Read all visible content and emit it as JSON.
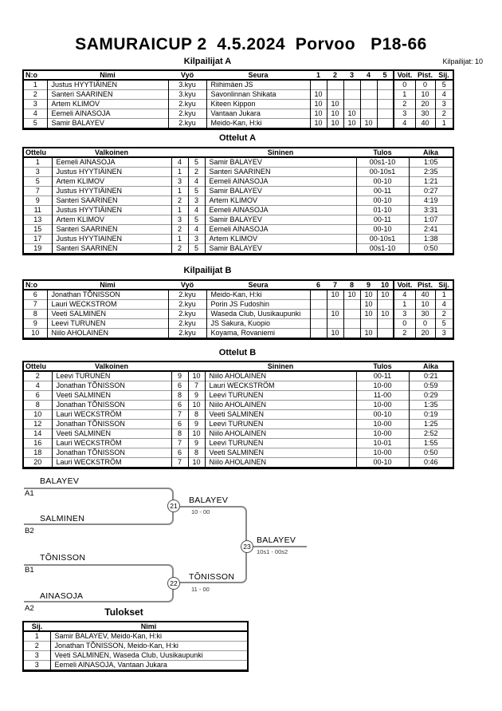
{
  "page": {
    "title": "SAMURAICUP 2  4.5.2024  Porvoo   P18-66",
    "participants_label": "Kilpailijat: 10"
  },
  "kilpailijat_a": {
    "heading": "Kilpailijat A",
    "columns": {
      "no": "N:o",
      "name": "Nimi",
      "belt": "Vyö",
      "club": "Seura",
      "scores": [
        "1",
        "2",
        "3",
        "4",
        "5"
      ],
      "wins": "Voit.",
      "points": "Pist.",
      "place": "Sij."
    },
    "rows": [
      {
        "no": "1",
        "name": "Justus HYYTIÄINEN",
        "belt": "3.kyu",
        "club": "Riihimäen JS",
        "scores": [
          "",
          "",
          "",
          "",
          ""
        ],
        "wins": "0",
        "points": "0",
        "place": "5"
      },
      {
        "no": "2",
        "name": "Santeri SAARINEN",
        "belt": "3.kyu",
        "club": "Savonlinnan Shikata",
        "scores": [
          "10",
          "",
          "",
          "",
          ""
        ],
        "wins": "1",
        "points": "10",
        "place": "4"
      },
      {
        "no": "3",
        "name": "Artem KLIMOV",
        "belt": "2.kyu",
        "club": "Kiteen Kippon",
        "scores": [
          "10",
          "10",
          "",
          "",
          ""
        ],
        "wins": "2",
        "points": "20",
        "place": "3"
      },
      {
        "no": "4",
        "name": "Eemeli AINASOJA",
        "belt": "2.kyu",
        "club": "Vantaan Jukara",
        "scores": [
          "10",
          "10",
          "10",
          "",
          ""
        ],
        "wins": "3",
        "points": "30",
        "place": "2"
      },
      {
        "no": "5",
        "name": "Samir BALAYEV",
        "belt": "2.kyu",
        "club": "Meido-Kan, H:ki",
        "scores": [
          "10",
          "10",
          "10",
          "10",
          ""
        ],
        "wins": "4",
        "points": "40",
        "place": "1"
      }
    ]
  },
  "ottelut_a": {
    "heading": "Ottelut A",
    "columns": {
      "match": "Ottelu",
      "white": "Valkoinen",
      "blue": "Sininen",
      "result": "Tulos",
      "time": "Aika"
    },
    "rows": [
      {
        "match": "1",
        "white": "Eemeli AINASOJA",
        "n1": "4",
        "n2": "5",
        "blue": "Samir BALAYEV",
        "result": "00s1-10",
        "time": "1:05"
      },
      {
        "match": "3",
        "white": "Justus HYYTIÄINEN",
        "n1": "1",
        "n2": "2",
        "blue": "Santeri SAARINEN",
        "result": "00-10s1",
        "time": "2:35"
      },
      {
        "match": "5",
        "white": "Artem KLIMOV",
        "n1": "3",
        "n2": "4",
        "blue": "Eemeli AINASOJA",
        "result": "00-10",
        "time": "1:21"
      },
      {
        "match": "7",
        "white": "Justus HYYTIÄINEN",
        "n1": "1",
        "n2": "5",
        "blue": "Samir BALAYEV",
        "result": "00-11",
        "time": "0:27"
      },
      {
        "match": "9",
        "white": "Santeri SAARINEN",
        "n1": "2",
        "n2": "3",
        "blue": "Artem KLIMOV",
        "result": "00-10",
        "time": "4:19"
      },
      {
        "match": "11",
        "white": "Justus HYYTIÄINEN",
        "n1": "1",
        "n2": "4",
        "blue": "Eemeli AINASOJA",
        "result": "01-10",
        "time": "3:31"
      },
      {
        "match": "13",
        "white": "Artem KLIMOV",
        "n1": "3",
        "n2": "5",
        "blue": "Samir BALAYEV",
        "result": "00-11",
        "time": "1:07"
      },
      {
        "match": "15",
        "white": "Santeri SAARINEN",
        "n1": "2",
        "n2": "4",
        "blue": "Eemeli AINASOJA",
        "result": "00-10",
        "time": "2:41"
      },
      {
        "match": "17",
        "white": "Justus HYYTIAINEN",
        "n1": "1",
        "n2": "3",
        "blue": "Artem KLIMOV",
        "result": "00-10s1",
        "time": "1:38"
      },
      {
        "match": "19",
        "white": "Santeri SAARINEN",
        "n1": "2",
        "n2": "5",
        "blue": "Samir BALAYEV",
        "result": "00s1-10",
        "time": "0:50"
      }
    ]
  },
  "kilpailijat_b": {
    "heading": "Kilpailijat B",
    "columns": {
      "no": "N:o",
      "name": "Nimi",
      "belt": "Vyö",
      "club": "Seura",
      "scores": [
        "6",
        "7",
        "8",
        "9",
        "10"
      ],
      "wins": "Voit.",
      "points": "Pist.",
      "place": "Sij."
    },
    "rows": [
      {
        "no": "6",
        "name": "Jonathan TÕNISSON",
        "belt": "2.kyu",
        "club": "Meido-Kan, H:ki",
        "scores": [
          "",
          "10",
          "10",
          "10",
          "10"
        ],
        "wins": "4",
        "points": "40",
        "place": "1"
      },
      {
        "no": "7",
        "name": "Lauri WECKSTROM",
        "belt": "2.kyu",
        "club": "Porin JS Fudoshin",
        "scores": [
          "",
          "",
          "",
          "10",
          ""
        ],
        "wins": "1",
        "points": "10",
        "place": "4"
      },
      {
        "no": "8",
        "name": "Veeti SALMINEN",
        "belt": "2.kyu",
        "club": "Waseda Club, Uusikaupunki",
        "scores": [
          "",
          "10",
          "",
          "10",
          "10"
        ],
        "wins": "3",
        "points": "30",
        "place": "2"
      },
      {
        "no": "9",
        "name": "Leevi TURUNEN",
        "belt": "2.kyu",
        "club": "JS Sakura, Kuopio",
        "scores": [
          "",
          "",
          "",
          "",
          ""
        ],
        "wins": "0",
        "points": "0",
        "place": "5"
      },
      {
        "no": "10",
        "name": "Niilo AHOLAINEN",
        "belt": "2.kyu",
        "club": "Koyama, Rovaniemi",
        "scores": [
          "",
          "10",
          "",
          "10",
          ""
        ],
        "wins": "2",
        "points": "20",
        "place": "3"
      }
    ]
  },
  "ottelut_b": {
    "heading": "Ottelut B",
    "columns": {
      "match": "Ottelu",
      "white": "Valkoinen",
      "blue": "Sininen",
      "result": "Tulos",
      "time": "Aika"
    },
    "rows": [
      {
        "match": "2",
        "white": "Leevi TURUNEN",
        "n1": "9",
        "n2": "10",
        "blue": "Niilo AHOLAINEN",
        "result": "00-11",
        "time": "0:21"
      },
      {
        "match": "4",
        "white": "Jonathan TÕNISSON",
        "n1": "6",
        "n2": "7",
        "blue": "Lauri WECKSTRÖM",
        "result": "10-00",
        "time": "0:59"
      },
      {
        "match": "6",
        "white": "Veeti SALMINEN",
        "n1": "8",
        "n2": "9",
        "blue": "Leevi TURUNEN",
        "result": "11-00",
        "time": "0:29"
      },
      {
        "match": "8",
        "white": "Jonathan TÕNISSON",
        "n1": "6",
        "n2": "10",
        "blue": "Niilo AHOLAINEN",
        "result": "10-00",
        "time": "1:35"
      },
      {
        "match": "10",
        "white": "Lauri WECKSTRÖM",
        "n1": "7",
        "n2": "8",
        "blue": "Veeti SALMINEN",
        "result": "00-10",
        "time": "0:19"
      },
      {
        "match": "12",
        "white": "Jonathan TÕNISSON",
        "n1": "6",
        "n2": "9",
        "blue": "Leevi TURUNEN",
        "result": "10-00",
        "time": "1:25"
      },
      {
        "match": "14",
        "white": "Veeti SALMINEN",
        "n1": "8",
        "n2": "10",
        "blue": "Niilo AHOLAINEN",
        "result": "10-00",
        "time": "2:52"
      },
      {
        "match": "16",
        "white": "Lauri WECKSTRÖM",
        "n1": "7",
        "n2": "9",
        "blue": "Leevi TURUNEN",
        "result": "10-01",
        "time": "1:55"
      },
      {
        "match": "18",
        "white": "Jonathan TÕNISSON",
        "n1": "6",
        "n2": "8",
        "blue": "Veeti SALMINEN",
        "result": "10-00",
        "time": "0:50"
      },
      {
        "match": "20",
        "white": "Lauri WECKSTRÖM",
        "n1": "7",
        "n2": "10",
        "blue": "Niilo AHOLAINEN",
        "result": "00-10",
        "time": "0:46"
      }
    ]
  },
  "bracket": {
    "semi1": {
      "top_name": "BALAYEV",
      "top_seed": "A1",
      "bottom_name": "SALMINEN",
      "bottom_seed": "B2",
      "match_no": "21",
      "winner": "BALAYEV",
      "score": "10 - 00"
    },
    "semi2": {
      "top_name": "TÕNISSON",
      "top_seed": "B1",
      "bottom_name": "AINASOJA",
      "bottom_seed": "A2",
      "match_no": "22",
      "winner": "TÕNISSON",
      "score": "11 - 00"
    },
    "final": {
      "match_no": "23",
      "winner": "BALAYEV",
      "score": "10s1 - 00s2"
    }
  },
  "tulokset": {
    "heading": "Tulokset",
    "columns": {
      "place": "Sij.",
      "name": "Nimi"
    },
    "rows": [
      {
        "place": "1",
        "name": "Samir BALAYEV, Meido-Kan, H:ki"
      },
      {
        "place": "2",
        "name": "Jonathan TÕNISSON, Meido-Kan, H:ki"
      },
      {
        "place": "3",
        "name": "Veeti SALMINEN, Waseda Club, Uusikaupunki"
      },
      {
        "place": "3",
        "name": "Eemeli AINASOJA, Vantaan Jukara"
      }
    ]
  }
}
